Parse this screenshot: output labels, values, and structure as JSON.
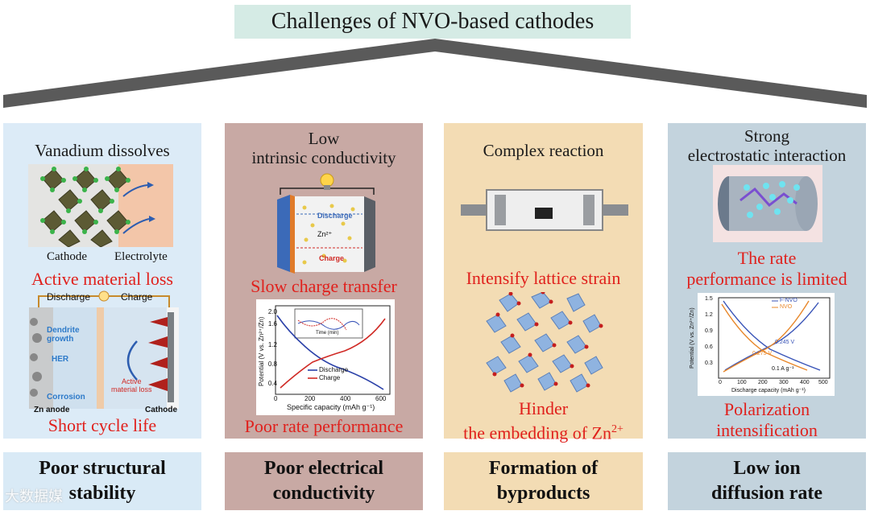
{
  "title": "Challenges of  NVO-based cathodes",
  "panels": [
    {
      "heading": "Vanadium dissolves",
      "label_cathode": "Cathode",
      "label_electrolyte": "Electrolyte",
      "result": "Active material loss",
      "schematic": {
        "discharge": "Discharge",
        "charge": "Charge",
        "dendrite": "Dendrite\ngrowth",
        "her": "HER",
        "corrosion": "Corrosion",
        "active_loss": "Active\nmaterial loss",
        "zn_anode": "Zn anode",
        "cathode": "Cathode"
      },
      "effect": "Short cycle life",
      "footer": "Poor structural\nstability"
    },
    {
      "heading": "Low\nintrinsic conductivity",
      "cell": {
        "discharge": "Discharge",
        "zn": "Zn²⁺",
        "charge": "Charge"
      },
      "result": "Slow charge transfer",
      "plot": {
        "ylabel": "Potential (V vs. Zn²⁺/Zn)",
        "xlabel": "Specific capacity (mAh g⁻¹)",
        "xticks": [
          "0",
          "200",
          "400",
          "600"
        ],
        "yticks": [
          "0.4",
          "0.8",
          "1.2",
          "1.6",
          "2.0"
        ],
        "legend": [
          "Discharge",
          "Charge"
        ],
        "inset_xlabel": "Time (min)"
      },
      "effect": "Poor rate performance",
      "footer": "Poor electrical\nconductivity"
    },
    {
      "heading": "Complex reaction",
      "result": "Intensify lattice strain",
      "effect_line1": "Hinder",
      "effect_line2": "the embedding of Zn",
      "effect_sup": "2+",
      "footer": "Formation of\nbyproducts"
    },
    {
      "heading": "Strong\nelectrostatic interaction",
      "result": "The rate\nperformance is limited",
      "plot": {
        "ylabel": "Potential (V vs. Zn²⁺/Zn)",
        "xlabel": "Discharge capacity (mAh g⁻¹)",
        "xticks": [
          "0",
          "100",
          "200",
          "300",
          "400",
          "500"
        ],
        "yticks": [
          "0.3",
          "0.6",
          "0.9",
          "1.2",
          "1.5"
        ],
        "legend": [
          "F-NVO",
          "NVO"
        ],
        "ann1": "0.245 V",
        "ann2": "0.275 V",
        "ann3": "0.1 A g⁻¹"
      },
      "effect": "Polarization\nintensification",
      "footer": "Low ion\ndiffusion rate"
    }
  ],
  "watermark": "大数据媒",
  "colors": {
    "title_bg": "#d5ebe5",
    "panel1": "#dcebf7",
    "panel2": "#c8a9a4",
    "panel3": "#f3dcb4",
    "panel4": "#c3d3dd",
    "red_text": "#e0201c",
    "roof": "#5a5a5a"
  }
}
